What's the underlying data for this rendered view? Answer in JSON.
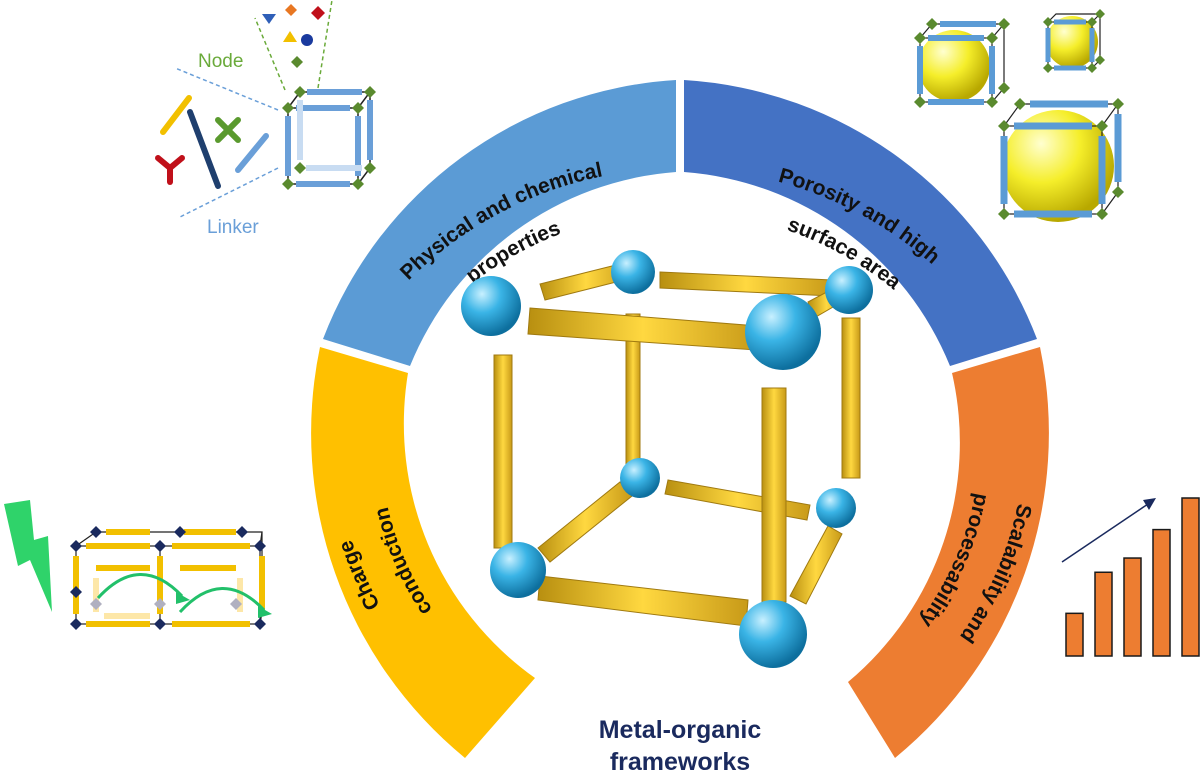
{
  "segments": {
    "physical": {
      "line1": "Physical and chemical",
      "line2": "properties",
      "color": "#5b9bd5"
    },
    "porosity": {
      "line1": "Porosity and high",
      "line2": "surface area",
      "color": "#4472c4"
    },
    "charge": {
      "line1": "Charge",
      "line2": "conduction",
      "color": "#ffc000"
    },
    "scalability": {
      "line1": "Scalability and",
      "line2": "processability",
      "color": "#ed7d31"
    }
  },
  "labels": {
    "node": "Node",
    "linker": "Linker"
  },
  "title": {
    "line1": "Metal-organic",
    "line2": "frameworks"
  },
  "bar_levels": [
    0.27,
    0.53,
    0.62,
    0.8,
    1.0
  ],
  "colors": {
    "sphere": "#3ab4e6",
    "rod": "#f2c530",
    "sphere_yellow": "#f2ec2a",
    "node_green": "#5a8a2e",
    "arrow_navy": "#1a2a5e"
  }
}
